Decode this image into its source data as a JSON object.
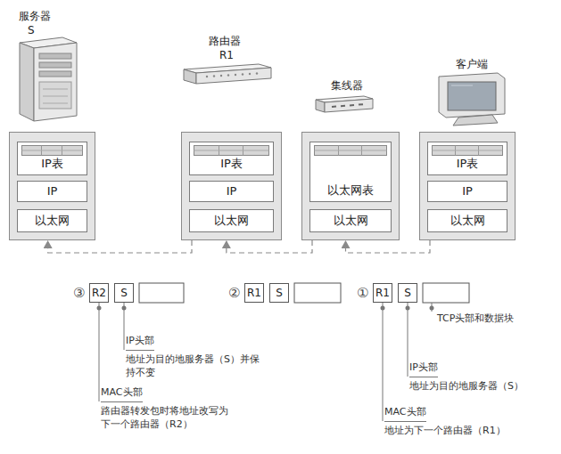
{
  "diagram": {
    "nodes": [
      {
        "text": [
          "服务器",
          "S"
        ]
      },
      {
        "text": [
          "IP表"
        ],
        "in": 0
      },
      {
        "text": [
          "IP"
        ],
        "in": 0
      },
      {
        "text": [
          "以太网"
        ],
        "in": 0
      },
      {
        "text": [
          "路由器",
          "R1"
        ]
      },
      {
        "text": [
          "IP表"
        ],
        "in": 4
      },
      {
        "text": [
          "IP"
        ],
        "in": 4
      },
      {
        "text": [
          "以太网"
        ],
        "in": 4
      },
      {
        "text": [
          "集线器"
        ]
      },
      {
        "text": [
          "以太网表"
        ],
        "in": 8
      },
      {
        "text": [
          "以太网"
        ],
        "in": 8
      },
      {
        "text": [
          "客户端"
        ]
      },
      {
        "text": [
          "IP表"
        ],
        "in": 11
      },
      {
        "text": [
          "IP"
        ],
        "in": 11
      },
      {
        "text": [
          "以太网"
        ],
        "in": 11
      },
      {
        "text": [
          "R2"
        ]
      },
      {
        "text": [
          "S"
        ]
      },
      {
        "text": [
          "R1"
        ]
      },
      {
        "text": [
          "S"
        ]
      },
      {
        "text": [
          "R1"
        ]
      },
      {
        "text": [
          "S"
        ]
      }
    ],
    "edges": [
      {
        "from": 11,
        "to": 8,
        "arrow": "to"
      },
      {
        "from": 8,
        "to": 4,
        "arrow": "to"
      },
      {
        "from": 4,
        "to": 0,
        "arrow": "to"
      }
    ],
    "labels": [
      "③",
      "②",
      "①",
      "TCP头部和数据块",
      "IP头部",
      "地址为目的地服务器（S）并保持不变",
      "MAC头部",
      "路由器转发包时将地址改写为下一个路由器（R2）",
      "IP头部",
      "地址为目的地服务器（S）",
      "MAC头部",
      "地址为下一个路由器（R1）"
    ]
  }
}
